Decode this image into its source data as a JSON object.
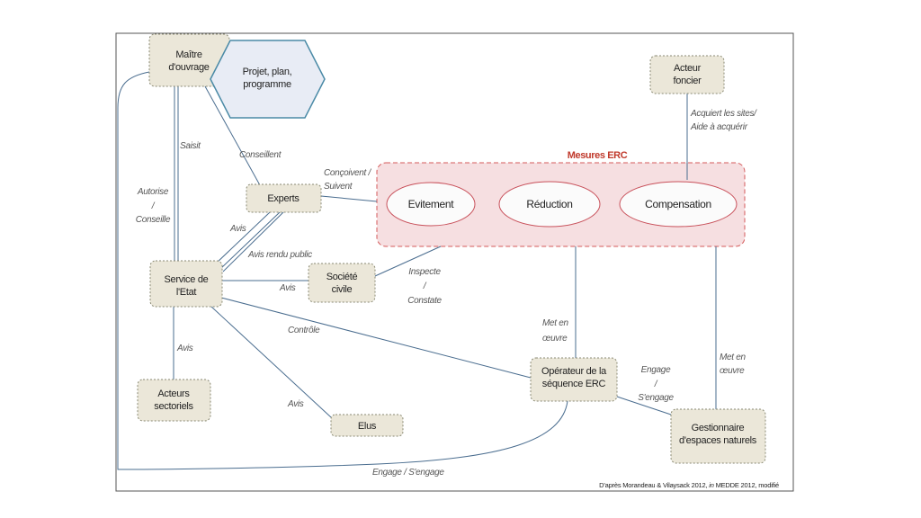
{
  "nodes": {
    "maitre": [
      "Maître",
      "d'ouvrage"
    ],
    "projet": [
      "Projet, plan,",
      "programme"
    ],
    "acteur_foncier": [
      "Acteur",
      "foncier"
    ],
    "experts": [
      "Experts"
    ],
    "service": [
      "Service de",
      "l'Etat"
    ],
    "societe": [
      "Société",
      "civile"
    ],
    "acteurs_sect": [
      "Acteurs",
      "sectoriels"
    ],
    "elus": [
      "Elus"
    ],
    "operateur": [
      "Opérateur de la",
      "séquence ERC"
    ],
    "gestionnaire": [
      "Gestionnaire",
      "d'espaces naturels"
    ]
  },
  "erc": {
    "title": "Mesures ERC",
    "evitement": "Evitement",
    "reduction": "Réduction",
    "compensation": "Compensation"
  },
  "edges": {
    "saisit": "Saisit",
    "conseillent": "Conseillent",
    "autorise": [
      "Autorise",
      "/",
      "Conseille"
    ],
    "concoivent": [
      "Conçoivent /",
      "Suivent"
    ],
    "acquiert": [
      "Acquiert les sites/",
      "Aide à acquérir"
    ],
    "avis_experts": "Avis",
    "avis_public": "Avis rendu public",
    "avis_societe": "Avis",
    "inspecte": [
      "Inspecte",
      "/",
      "Constate"
    ],
    "controle": "Contrôle",
    "avis_acteurs": "Avis",
    "avis_elus": "Avis",
    "met_en_oeuvre_1": [
      "Met en",
      "œuvre"
    ],
    "met_en_oeuvre_2": [
      "Met en",
      "œuvre"
    ],
    "engage": [
      "Engage",
      "/",
      "S'engage"
    ],
    "engage_bottom": "Engage / S'engage"
  },
  "credit": {
    "before": "D'après Morandeau & Vilaysack 2012, ",
    "in": "in",
    "after": " MEDDE 2012, modifié"
  },
  "colors": {
    "node_fill": "#ebe7d9",
    "node_stroke": "#8a8a74",
    "line": "#4a6d8f",
    "erc_fill": "#f6dfe1",
    "erc_stroke": "#d45a5a",
    "hex_fill": "#e8ecf5",
    "hex_stroke": "#4a8aa6"
  }
}
